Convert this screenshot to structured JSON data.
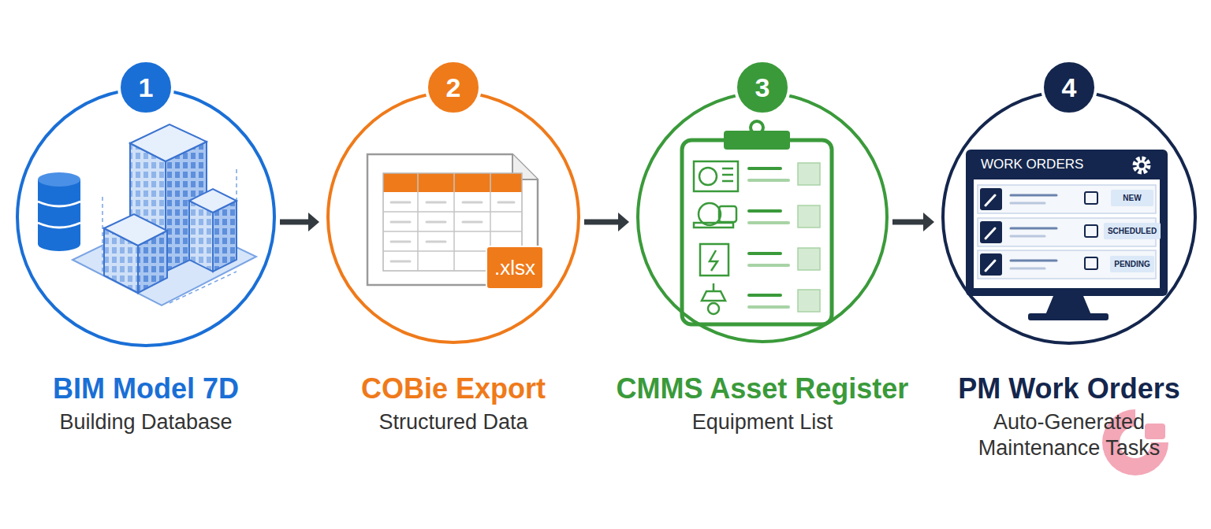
{
  "diagram": {
    "nodes": [
      {
        "text": [
          "BIM Model 7D",
          "Building Database"
        ]
      },
      {
        "text": [
          "COBie Export",
          "Structured Data"
        ]
      },
      {
        "text": [
          "CMMS Asset Register",
          "Equipment List"
        ]
      },
      {
        "text": [
          "PM Work Orders",
          "Auto-Generated Maintenance Tasks"
        ]
      }
    ],
    "edges": [
      {
        "from": 0,
        "to": 1,
        "arrow": "to"
      },
      {
        "from": 1,
        "to": 2,
        "arrow": "to"
      },
      {
        "from": 2,
        "to": 3,
        "arrow": "to"
      }
    ],
    "labels": [
      "1",
      "2",
      "3",
      "4",
      ".xlsx",
      "WORK ORDERS",
      "NEW",
      "SCHEDULED",
      "PENDING"
    ]
  }
}
